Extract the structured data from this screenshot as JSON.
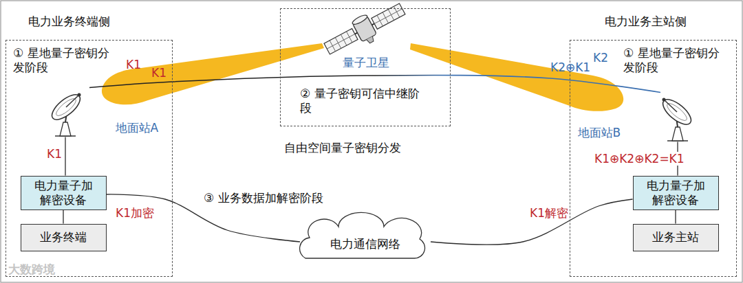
{
  "diagram": {
    "nodes": [
      {
        "text": [
          "电力业务终端侧",
          "① 星地量子密钥分发阶段"
        ]
      },
      {
        "text": [
          "地面站A"
        ],
        "in": 0
      },
      {
        "text": [
          "电力量子加解密设备"
        ],
        "in": 0
      },
      {
        "text": [
          "业务终端"
        ],
        "in": 0
      },
      {
        "text": [
          "量子卫星",
          "② 量子密钥可信中继阶段"
        ]
      },
      {
        "text": [
          "电力业务主站侧",
          "① 星地量子密钥分发阶段"
        ]
      },
      {
        "text": [
          "地面站B"
        ],
        "in": 5
      },
      {
        "text": [
          "电力量子加解密设备"
        ],
        "in": 5
      },
      {
        "text": [
          "业务主站"
        ],
        "in": 5
      },
      {
        "text": [
          "电力通信网络"
        ]
      }
    ],
    "edges": [
      {
        "from": 1,
        "to": 2,
        "arrow": "none",
        "label": "K1"
      },
      {
        "from": 2,
        "to": 3,
        "arrow": "none"
      },
      {
        "from": 6,
        "to": 7,
        "arrow": "none",
        "label": "K1⊕K2⊕K2=K1"
      },
      {
        "from": 7,
        "to": 8,
        "arrow": "none"
      },
      {
        "from": 2,
        "to": 9,
        "arrow": "none",
        "label": "K1加密"
      },
      {
        "from": 9,
        "to": 7,
        "arrow": "none",
        "label": "K1解密"
      },
      {
        "from": 1,
        "to": 6,
        "arrow": "none"
      }
    ],
    "labels": [
      "K1",
      "K1",
      "K2",
      "K2⊕K1",
      "自由空间量子密钥分发",
      "③ 业务数据加解密阶段",
      "大数跨境"
    ]
  }
}
